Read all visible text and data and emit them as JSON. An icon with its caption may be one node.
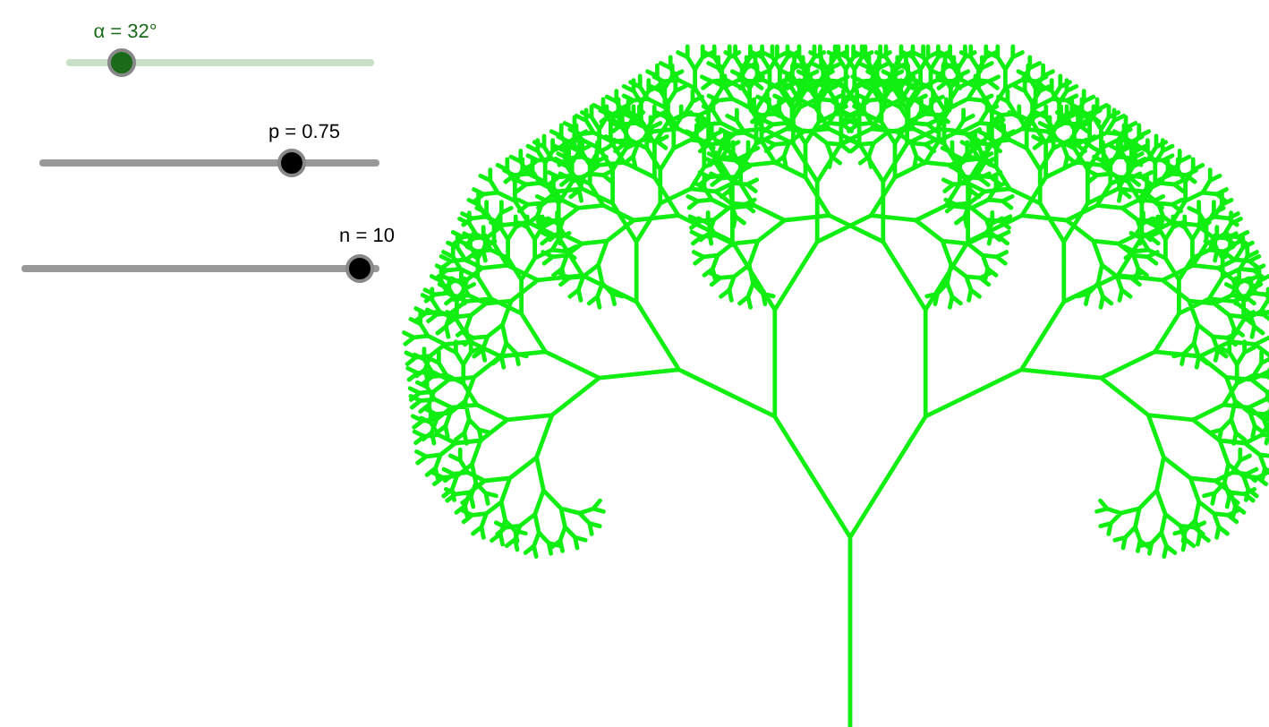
{
  "diagram": {
    "labels": [
      "α = 32°",
      "p = 0.75",
      "n = 10"
    ]
  }
}
